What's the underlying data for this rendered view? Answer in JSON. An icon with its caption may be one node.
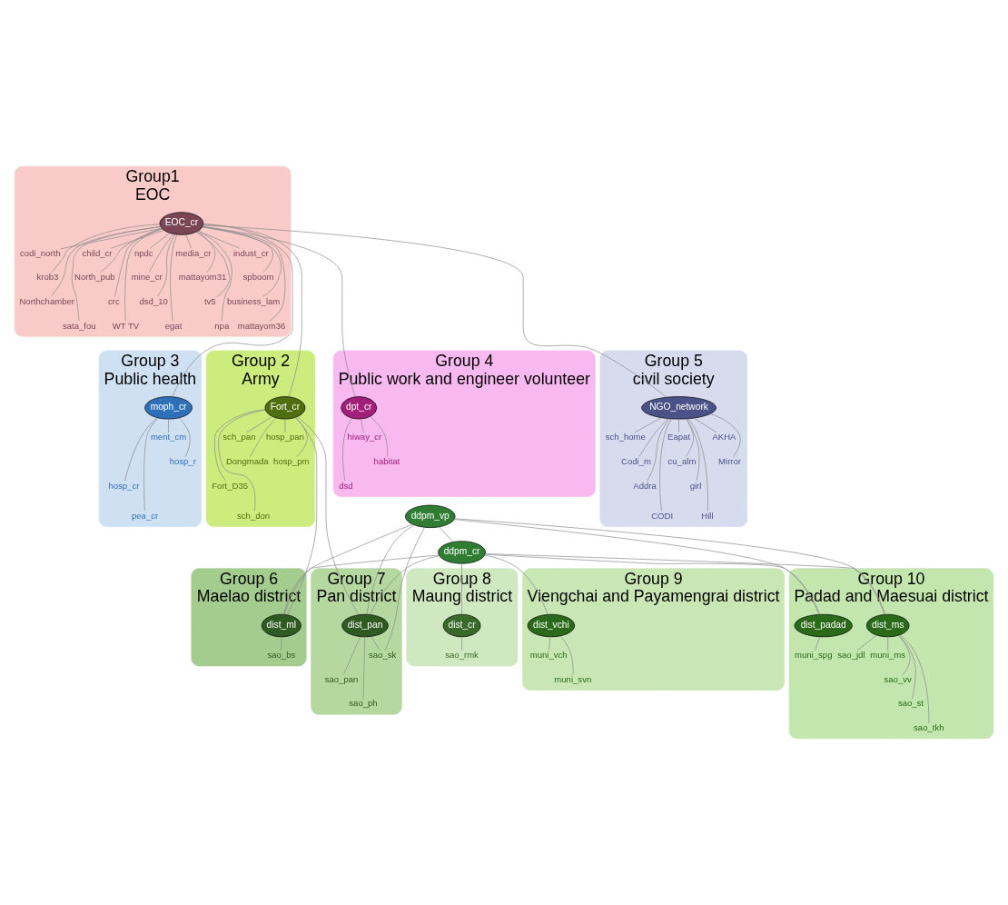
{
  "diagram": {
    "nodes": [
      {
        "text": [
          "Group1",
          "EOC"
        ]
      },
      {
        "text": [
          "EOC_cr"
        ],
        "in": 0
      },
      {
        "text": [
          "media_cr"
        ],
        "in": 0
      },
      {
        "text": [
          "mattayom31"
        ],
        "in": 0
      },
      {
        "text": [
          "tv5"
        ],
        "in": 0
      },
      {
        "text": [
          "npa"
        ],
        "in": 0
      },
      {
        "text": [
          "indust_cr"
        ],
        "in": 0
      },
      {
        "text": [
          "spboom"
        ],
        "in": 0
      },
      {
        "text": [
          "business_lam"
        ],
        "in": 0
      },
      {
        "text": [
          "mattayom36"
        ],
        "in": 0
      },
      {
        "text": [
          "codi_north"
        ],
        "in": 0
      },
      {
        "text": [
          "krob3"
        ],
        "in": 0
      },
      {
        "text": [
          "Northchamber"
        ],
        "in": 0
      },
      {
        "text": [
          "sata_fou"
        ],
        "in": 0
      },
      {
        "text": [
          "child_cr"
        ],
        "in": 0
      },
      {
        "text": [
          "North_pub"
        ],
        "in": 0
      },
      {
        "text": [
          "crc"
        ],
        "in": 0
      },
      {
        "text": [
          "WT TV"
        ],
        "in": 0
      },
      {
        "text": [
          "npdc"
        ],
        "in": 0
      },
      {
        "text": [
          "mine_cr"
        ],
        "in": 0
      },
      {
        "text": [
          "dsd_10"
        ],
        "in": 0
      },
      {
        "text": [
          "egat"
        ],
        "in": 0
      },
      {
        "text": [
          "Group 3",
          "Public health"
        ]
      },
      {
        "text": [
          "moph_cr"
        ],
        "in": 22
      },
      {
        "text": [
          "ment_cm"
        ],
        "in": 22
      },
      {
        "text": [
          "hosp_r"
        ],
        "in": 22
      },
      {
        "text": [
          "hosp_cr"
        ],
        "in": 22
      },
      {
        "text": [
          "pea_cr"
        ],
        "in": 22
      },
      {
        "text": [
          "Group 2",
          "Army"
        ]
      },
      {
        "text": [
          "Fort_cr"
        ],
        "in": 28
      },
      {
        "text": [
          "hosp_pan"
        ],
        "in": 28
      },
      {
        "text": [
          "hosp_pm"
        ],
        "in": 28
      },
      {
        "text": [
          "Fort_D35"
        ],
        "in": 28
      },
      {
        "text": [
          "sch_don"
        ],
        "in": 28
      },
      {
        "text": [
          "sch_pan"
        ],
        "in": 28
      },
      {
        "text": [
          "Dongmada"
        ],
        "in": 28
      },
      {
        "text": [
          "Group 4",
          "Public work and engineer volunteer"
        ]
      },
      {
        "text": [
          "dpt_cr"
        ],
        "in": 36
      },
      {
        "text": [
          "hiway_cr"
        ],
        "in": 36
      },
      {
        "text": [
          "habitat"
        ],
        "in": 36
      },
      {
        "text": [
          "dsd"
        ],
        "in": 36
      },
      {
        "text": [
          "Group 5",
          "civil society"
        ]
      },
      {
        "text": [
          "NGO_network"
        ],
        "in": 41
      },
      {
        "text": [
          "sch_home"
        ],
        "in": 41
      },
      {
        "text": [
          "Codi_m"
        ],
        "in": 41
      },
      {
        "text": [
          "Addra"
        ],
        "in": 41
      },
      {
        "text": [
          "CODI"
        ],
        "in": 41
      },
      {
        "text": [
          "Eapat"
        ],
        "in": 41
      },
      {
        "text": [
          "cu_alm"
        ],
        "in": 41
      },
      {
        "text": [
          "girl"
        ],
        "in": 41
      },
      {
        "text": [
          "Hill"
        ],
        "in": 41
      },
      {
        "text": [
          "AKHA"
        ],
        "in": 41
      },
      {
        "text": [
          "Mirror"
        ],
        "in": 41
      },
      {
        "text": [
          "ddpm_vp"
        ]
      },
      {
        "text": [
          "ddpm_cr"
        ]
      },
      {
        "text": [
          "Group 6",
          "Maelao district"
        ]
      },
      {
        "text": [
          "dist_ml"
        ],
        "in": 55
      },
      {
        "text": [
          "sao_bs"
        ],
        "in": 55
      },
      {
        "text": [
          "Group 7",
          "Pan district"
        ]
      },
      {
        "text": [
          "dist_pan"
        ],
        "in": 58
      },
      {
        "text": [
          "sao_sk"
        ],
        "in": 58
      },
      {
        "text": [
          "sao_pan"
        ],
        "in": 58
      },
      {
        "text": [
          "sao_ph"
        ],
        "in": 58
      },
      {
        "text": [
          "Group 8",
          "Maung district"
        ]
      },
      {
        "text": [
          "dist_cr"
        ],
        "in": 63
      },
      {
        "text": [
          "sao_rmk"
        ],
        "in": 63
      },
      {
        "text": [
          "Group 9",
          "Viengchai and Payamengrai district"
        ]
      },
      {
        "text": [
          "dist_vchi"
        ],
        "in": 66
      },
      {
        "text": [
          "muni_vch"
        ],
        "in": 66
      },
      {
        "text": [
          "muni_svn"
        ],
        "in": 66
      },
      {
        "text": [
          "Group 10",
          "Padad and Maesuai district"
        ]
      },
      {
        "text": [
          "dist_padad"
        ],
        "in": 70
      },
      {
        "text": [
          "dist_ms"
        ],
        "in": 70
      },
      {
        "text": [
          "muni_spg"
        ],
        "in": 70
      },
      {
        "text": [
          "muni_ms"
        ],
        "in": 70
      },
      {
        "text": [
          "sao_vv"
        ],
        "in": 70
      },
      {
        "text": [
          "sao_st"
        ],
        "in": 70
      },
      {
        "text": [
          "sao_tkh"
        ],
        "in": 70
      },
      {
        "text": [
          "sao_jdl"
        ],
        "in": 70
      }
    ],
    "edges": [
      {
        "from": 1,
        "to": 2,
        "arrow": "none"
      },
      {
        "from": 1,
        "to": 3,
        "arrow": "none"
      },
      {
        "from": 1,
        "to": 4,
        "arrow": "none"
      },
      {
        "from": 1,
        "to": 5,
        "arrow": "none"
      },
      {
        "from": 1,
        "to": 6,
        "arrow": "none"
      },
      {
        "from": 1,
        "to": 7,
        "arrow": "none"
      },
      {
        "from": 1,
        "to": 8,
        "arrow": "none"
      },
      {
        "from": 1,
        "to": 9,
        "arrow": "none"
      },
      {
        "from": 1,
        "to": 10,
        "arrow": "none"
      },
      {
        "from": 1,
        "to": 11,
        "arrow": "none"
      },
      {
        "from": 1,
        "to": 12,
        "arrow": "none"
      },
      {
        "from": 1,
        "to": 13,
        "arrow": "none"
      },
      {
        "from": 1,
        "to": 14,
        "arrow": "none"
      },
      {
        "from": 1,
        "to": 15,
        "arrow": "none"
      },
      {
        "from": 1,
        "to": 16,
        "arrow": "none"
      },
      {
        "from": 1,
        "to": 17,
        "arrow": "none"
      },
      {
        "from": 1,
        "to": 18,
        "arrow": "none"
      },
      {
        "from": 1,
        "to": 19,
        "arrow": "none"
      },
      {
        "from": 1,
        "to": 20,
        "arrow": "none"
      },
      {
        "from": 1,
        "to": 21,
        "arrow": "none"
      },
      {
        "from": 23,
        "to": 24,
        "arrow": "none"
      },
      {
        "from": 23,
        "to": 25,
        "arrow": "none"
      },
      {
        "from": 23,
        "to": 26,
        "arrow": "none"
      },
      {
        "from": 23,
        "to": 27,
        "arrow": "none"
      },
      {
        "from": 29,
        "to": 30,
        "arrow": "none"
      },
      {
        "from": 29,
        "to": 31,
        "arrow": "none"
      },
      {
        "from": 29,
        "to": 32,
        "arrow": "none"
      },
      {
        "from": 29,
        "to": 33,
        "arrow": "none"
      },
      {
        "from": 29,
        "to": 34,
        "arrow": "none"
      },
      {
        "from": 29,
        "to": 35,
        "arrow": "none"
      },
      {
        "from": 37,
        "to": 38,
        "arrow": "none"
      },
      {
        "from": 37,
        "to": 39,
        "arrow": "none"
      },
      {
        "from": 37,
        "to": 40,
        "arrow": "none"
      },
      {
        "from": 42,
        "to": 43,
        "arrow": "none"
      },
      {
        "from": 42,
        "to": 44,
        "arrow": "none"
      },
      {
        "from": 42,
        "to": 45,
        "arrow": "none"
      },
      {
        "from": 42,
        "to": 46,
        "arrow": "none"
      },
      {
        "from": 42,
        "to": 47,
        "arrow": "none"
      },
      {
        "from": 42,
        "to": 48,
        "arrow": "none"
      },
      {
        "from": 42,
        "to": 49,
        "arrow": "none"
      },
      {
        "from": 42,
        "to": 50,
        "arrow": "none"
      },
      {
        "from": 42,
        "to": 51,
        "arrow": "none"
      },
      {
        "from": 42,
        "to": 52,
        "arrow": "none"
      },
      {
        "from": 1,
        "to": 23,
        "arrow": "none"
      },
      {
        "from": 1,
        "to": 29,
        "arrow": "none"
      },
      {
        "from": 1,
        "to": 37,
        "arrow": "none"
      },
      {
        "from": 1,
        "to": 42,
        "arrow": "none"
      },
      {
        "from": 56,
        "to": 57,
        "arrow": "none"
      },
      {
        "from": 59,
        "to": 60,
        "arrow": "none"
      },
      {
        "from": 59,
        "to": 61,
        "arrow": "none"
      },
      {
        "from": 59,
        "to": 62,
        "arrow": "none"
      },
      {
        "from": 64,
        "to": 65,
        "arrow": "none"
      },
      {
        "from": 67,
        "to": 68,
        "arrow": "none"
      },
      {
        "from": 67,
        "to": 69,
        "arrow": "none"
      },
      {
        "from": 71,
        "to": 73,
        "arrow": "none"
      },
      {
        "from": 72,
        "to": 74,
        "arrow": "none"
      },
      {
        "from": 72,
        "to": 75,
        "arrow": "none"
      },
      {
        "from": 72,
        "to": 76,
        "arrow": "none"
      },
      {
        "from": 72,
        "to": 77,
        "arrow": "none"
      },
      {
        "from": 72,
        "to": 78,
        "arrow": "none"
      },
      {
        "from": 53,
        "to": 54,
        "arrow": "none"
      },
      {
        "from": 53,
        "to": 56,
        "arrow": "none"
      },
      {
        "from": 53,
        "to": 59,
        "arrow": "none"
      },
      {
        "from": 53,
        "to": 60,
        "arrow": "none"
      },
      {
        "from": 53,
        "to": 71,
        "arrow": "none"
      },
      {
        "from": 53,
        "to": 72,
        "arrow": "none"
      },
      {
        "from": 54,
        "to": 56,
        "arrow": "none"
      },
      {
        "from": 54,
        "to": 59,
        "arrow": "none"
      },
      {
        "from": 54,
        "to": 64,
        "arrow": "none"
      },
      {
        "from": 54,
        "to": 67,
        "arrow": "none"
      },
      {
        "from": 54,
        "to": 71,
        "arrow": "none"
      },
      {
        "from": 54,
        "to": 72,
        "arrow": "none"
      },
      {
        "from": 29,
        "to": 56,
        "arrow": "none"
      },
      {
        "from": 29,
        "to": 59,
        "arrow": "none"
      }
    ]
  }
}
